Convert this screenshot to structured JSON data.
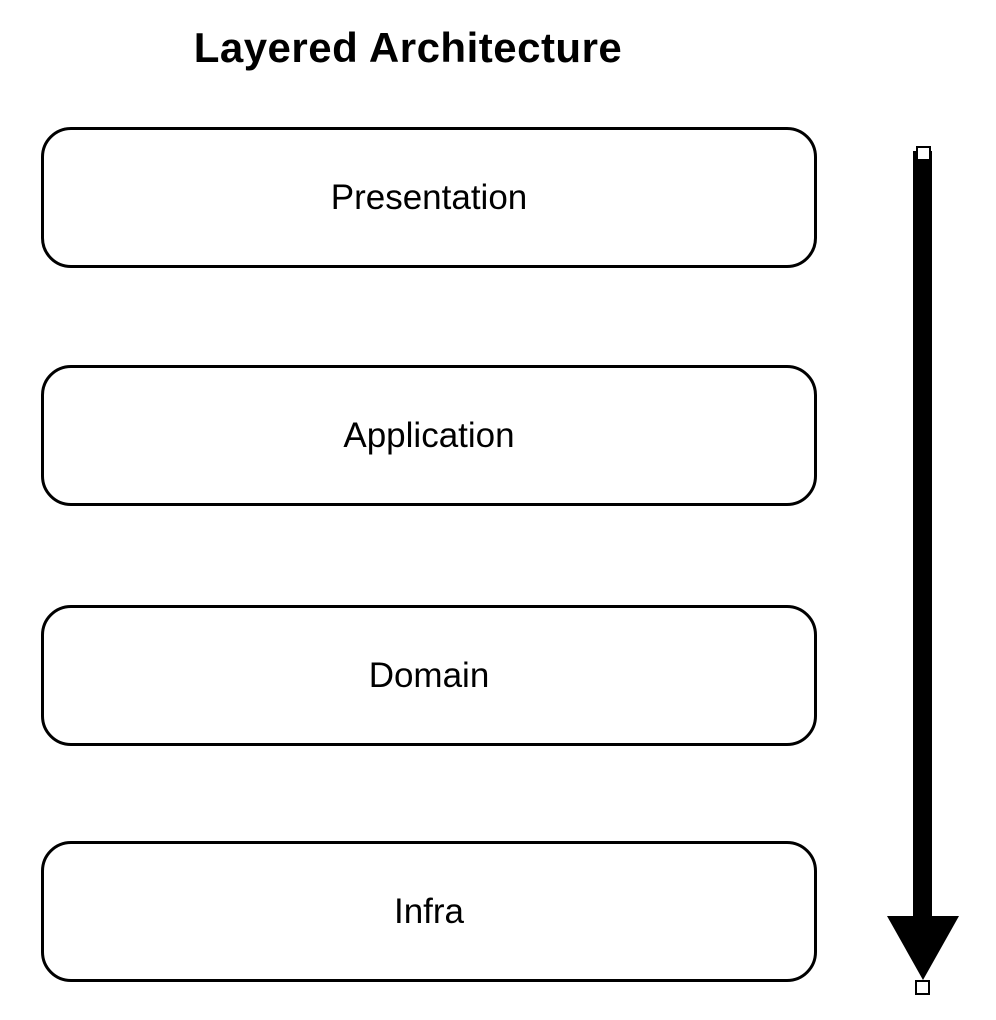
{
  "title": "Layered Architecture",
  "diagram": {
    "layers": [
      {
        "label": "Presentation"
      },
      {
        "label": "Application"
      },
      {
        "label": "Domain"
      },
      {
        "label": "Infra"
      }
    ],
    "flow_arrow": {
      "direction": "down",
      "has_endpoint_handles": true
    }
  },
  "colors": {
    "background": "#ffffff",
    "stroke": "#000000",
    "text": "#000000",
    "box_fill": "#ffffff",
    "handle_fill": "#ffffff"
  }
}
